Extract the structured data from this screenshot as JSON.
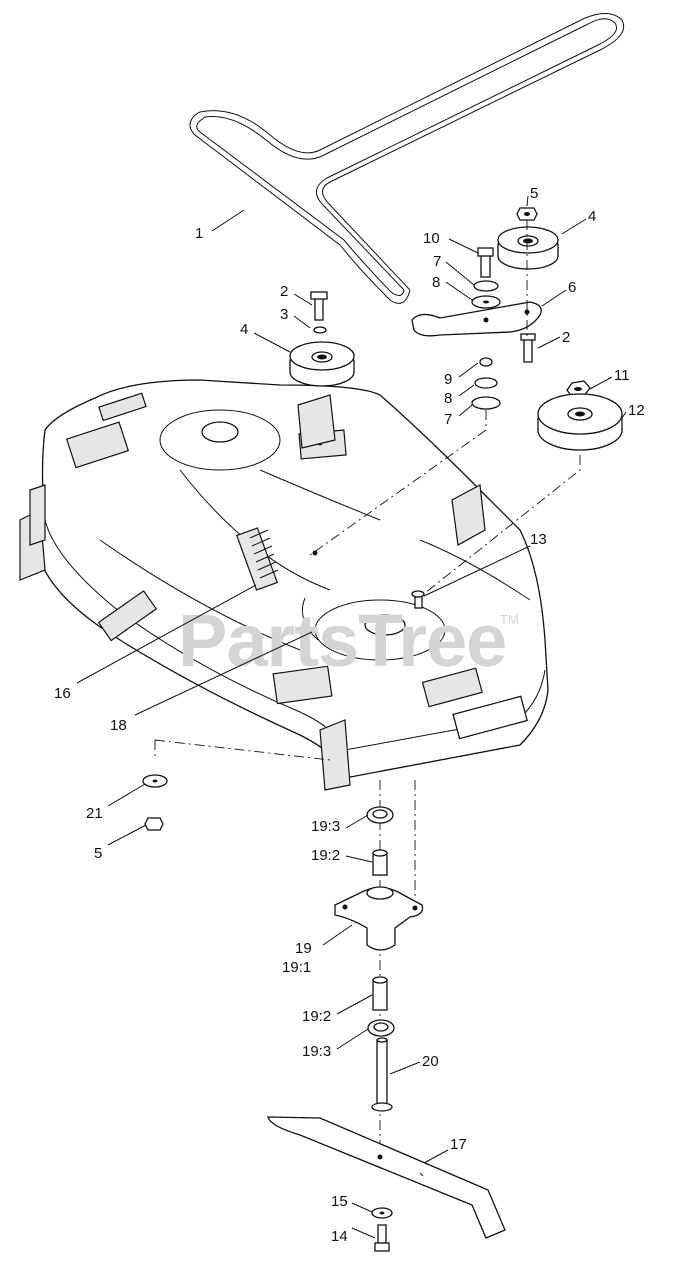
{
  "watermark": {
    "text": "PartsTree",
    "trademark": "TM"
  },
  "callouts": [
    {
      "id": "c1",
      "text": "1"
    },
    {
      "id": "c2a",
      "text": "2"
    },
    {
      "id": "c2b",
      "text": "2"
    },
    {
      "id": "c3",
      "text": "3"
    },
    {
      "id": "c4a",
      "text": "4"
    },
    {
      "id": "c4b",
      "text": "4"
    },
    {
      "id": "c5a",
      "text": "5"
    },
    {
      "id": "c5b",
      "text": "5"
    },
    {
      "id": "c6",
      "text": "6"
    },
    {
      "id": "c7a",
      "text": "7"
    },
    {
      "id": "c7b",
      "text": "7"
    },
    {
      "id": "c8a",
      "text": "8"
    },
    {
      "id": "c8b",
      "text": "8"
    },
    {
      "id": "c9",
      "text": "9"
    },
    {
      "id": "c10",
      "text": "10"
    },
    {
      "id": "c11",
      "text": "11"
    },
    {
      "id": "c12",
      "text": "12"
    },
    {
      "id": "c13",
      "text": "13"
    },
    {
      "id": "c14",
      "text": "14"
    },
    {
      "id": "c15",
      "text": "15"
    },
    {
      "id": "c16",
      "text": "16"
    },
    {
      "id": "c17",
      "text": "17"
    },
    {
      "id": "c18",
      "text": "18"
    },
    {
      "id": "c19",
      "text": "19"
    },
    {
      "id": "c19_1",
      "text": "19:1"
    },
    {
      "id": "c19_2a",
      "text": "19:2"
    },
    {
      "id": "c19_2b",
      "text": "19:2"
    },
    {
      "id": "c19_3a",
      "text": "19:3"
    },
    {
      "id": "c19_3b",
      "text": "19:3"
    },
    {
      "id": "c20",
      "text": "20"
    },
    {
      "id": "c21",
      "text": "21"
    }
  ]
}
